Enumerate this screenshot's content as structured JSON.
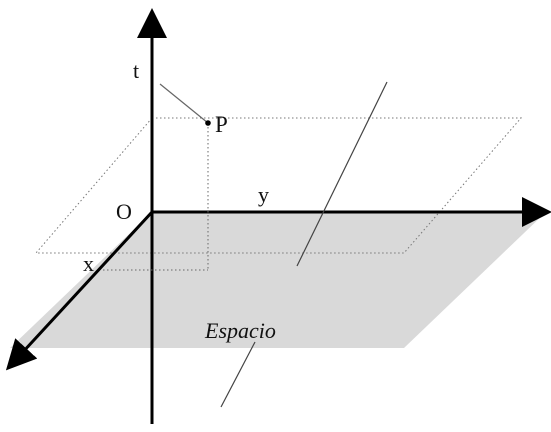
{
  "diagram": {
    "labels": {
      "t": "t",
      "p": "P",
      "o": "O",
      "y": "y",
      "x": "x",
      "plane": "Espacio"
    }
  }
}
